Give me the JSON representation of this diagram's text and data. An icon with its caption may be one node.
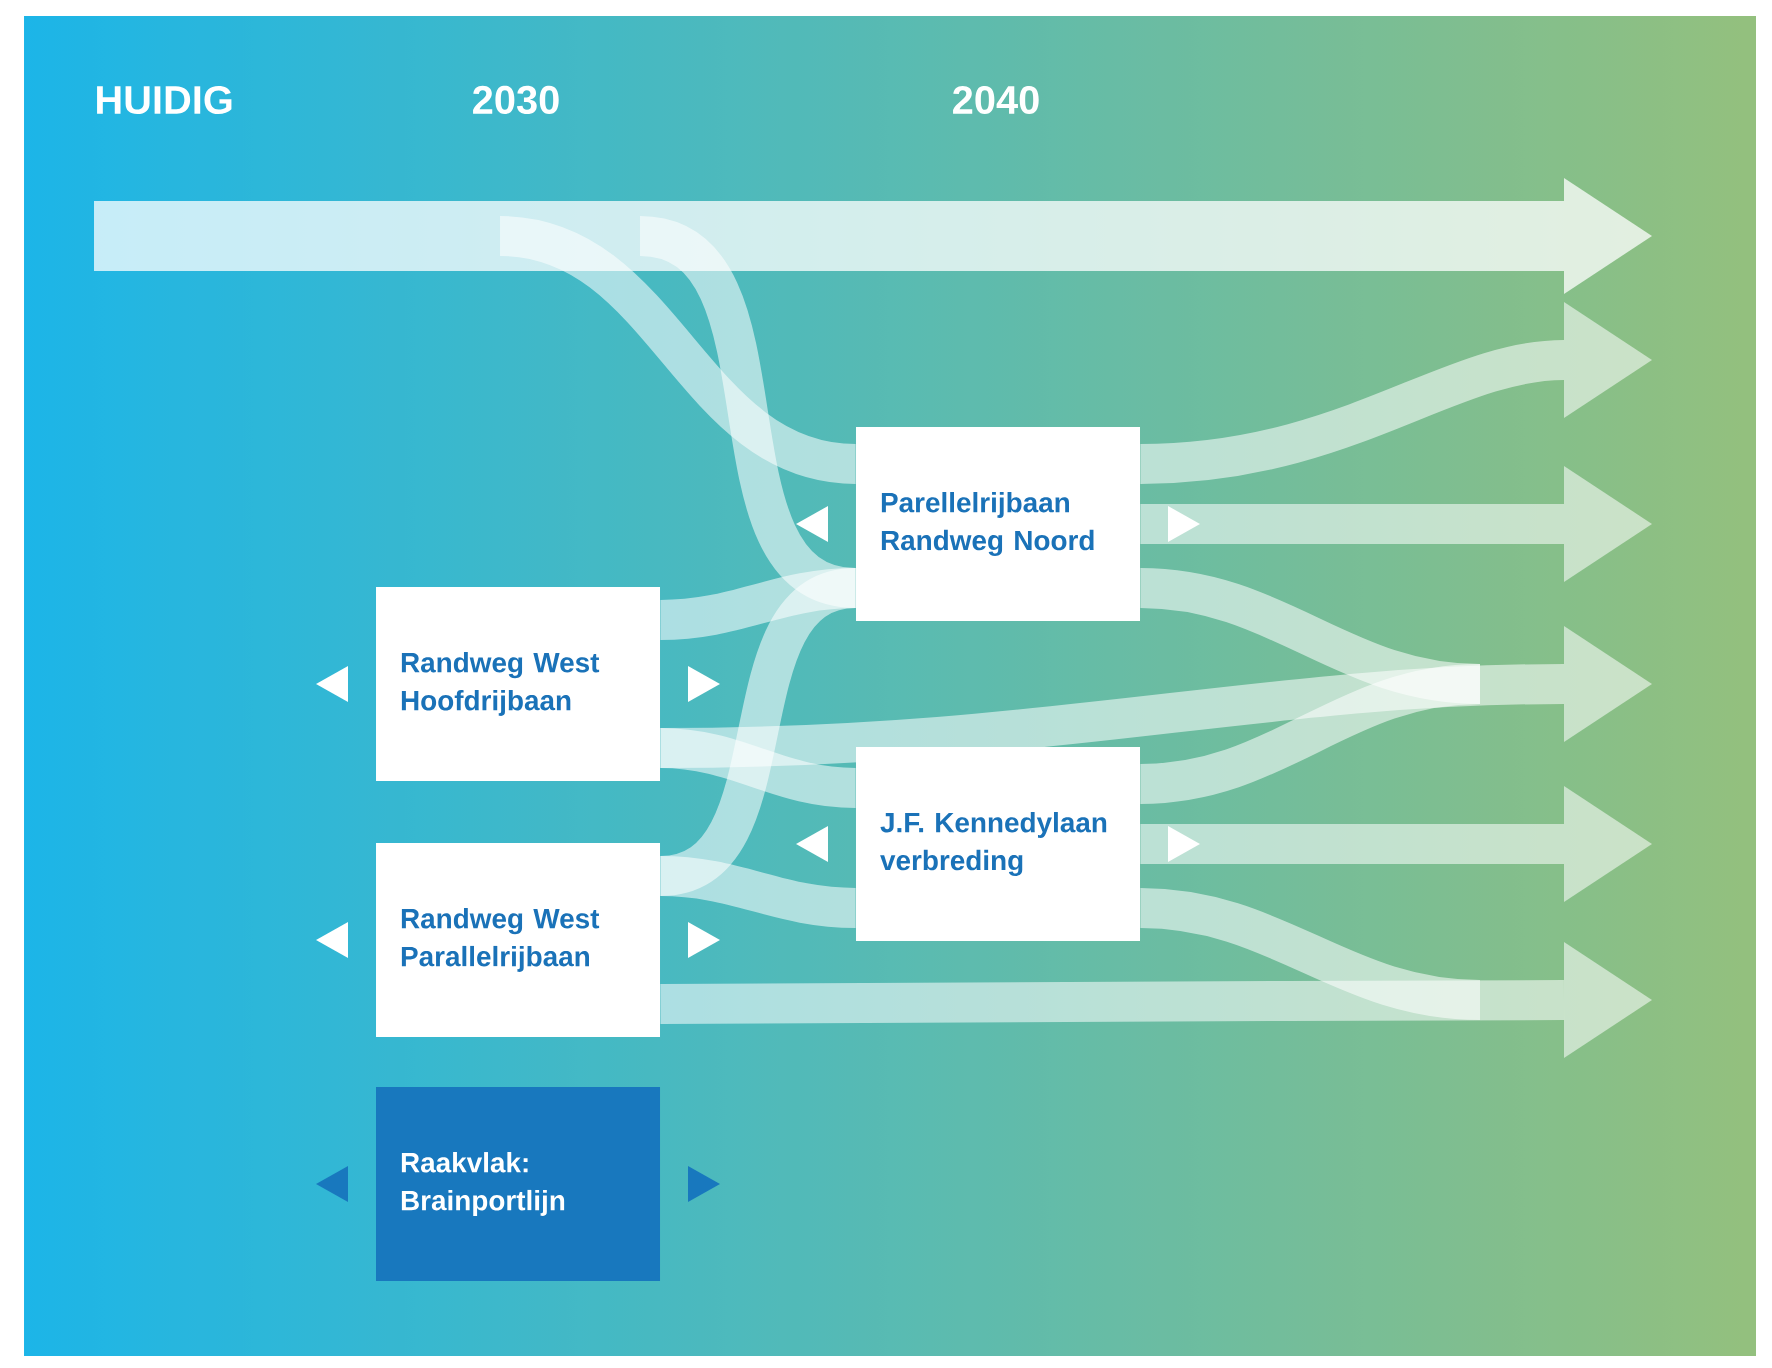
{
  "diagram": {
    "nodes": [
      {
        "text": [
          "Parellelrijbaan Randweg Noord"
        ]
      },
      {
        "text": [
          "Randweg West Hoofdrijbaan"
        ]
      },
      {
        "text": [
          "J.F. Kennedylaan verbreding"
        ]
      },
      {
        "text": [
          "Randweg West Parallelrijbaan"
        ]
      },
      {
        "text": [
          "Raakvlak: Brainportlijn"
        ]
      }
    ],
    "edges": [
      {
        "from": null,
        "to": 0,
        "arrow": "none"
      },
      {
        "from": null,
        "to": 0,
        "arrow": "none"
      },
      {
        "from": 1,
        "to": 0,
        "arrow": "none"
      },
      {
        "from": 3,
        "to": 0,
        "arrow": "none"
      },
      {
        "from": 1,
        "to": 2,
        "arrow": "none"
      },
      {
        "from": 3,
        "to": 2,
        "arrow": "none"
      },
      {
        "from": 0,
        "to": null,
        "arrow": "to"
      },
      {
        "from": 0,
        "to": null,
        "arrow": "to"
      },
      {
        "from": 1,
        "to": null,
        "arrow": "to"
      },
      {
        "from": 0,
        "to": null,
        "arrow": "none"
      },
      {
        "from": 2,
        "to": null,
        "arrow": "none"
      },
      {
        "from": 2,
        "to": null,
        "arrow": "to"
      },
      {
        "from": 3,
        "to": null,
        "arrow": "to"
      },
      {
        "from": 2,
        "to": null,
        "arrow": "none"
      }
    ],
    "labels": [
      "HUIDIG",
      "2030",
      "2040"
    ]
  }
}
